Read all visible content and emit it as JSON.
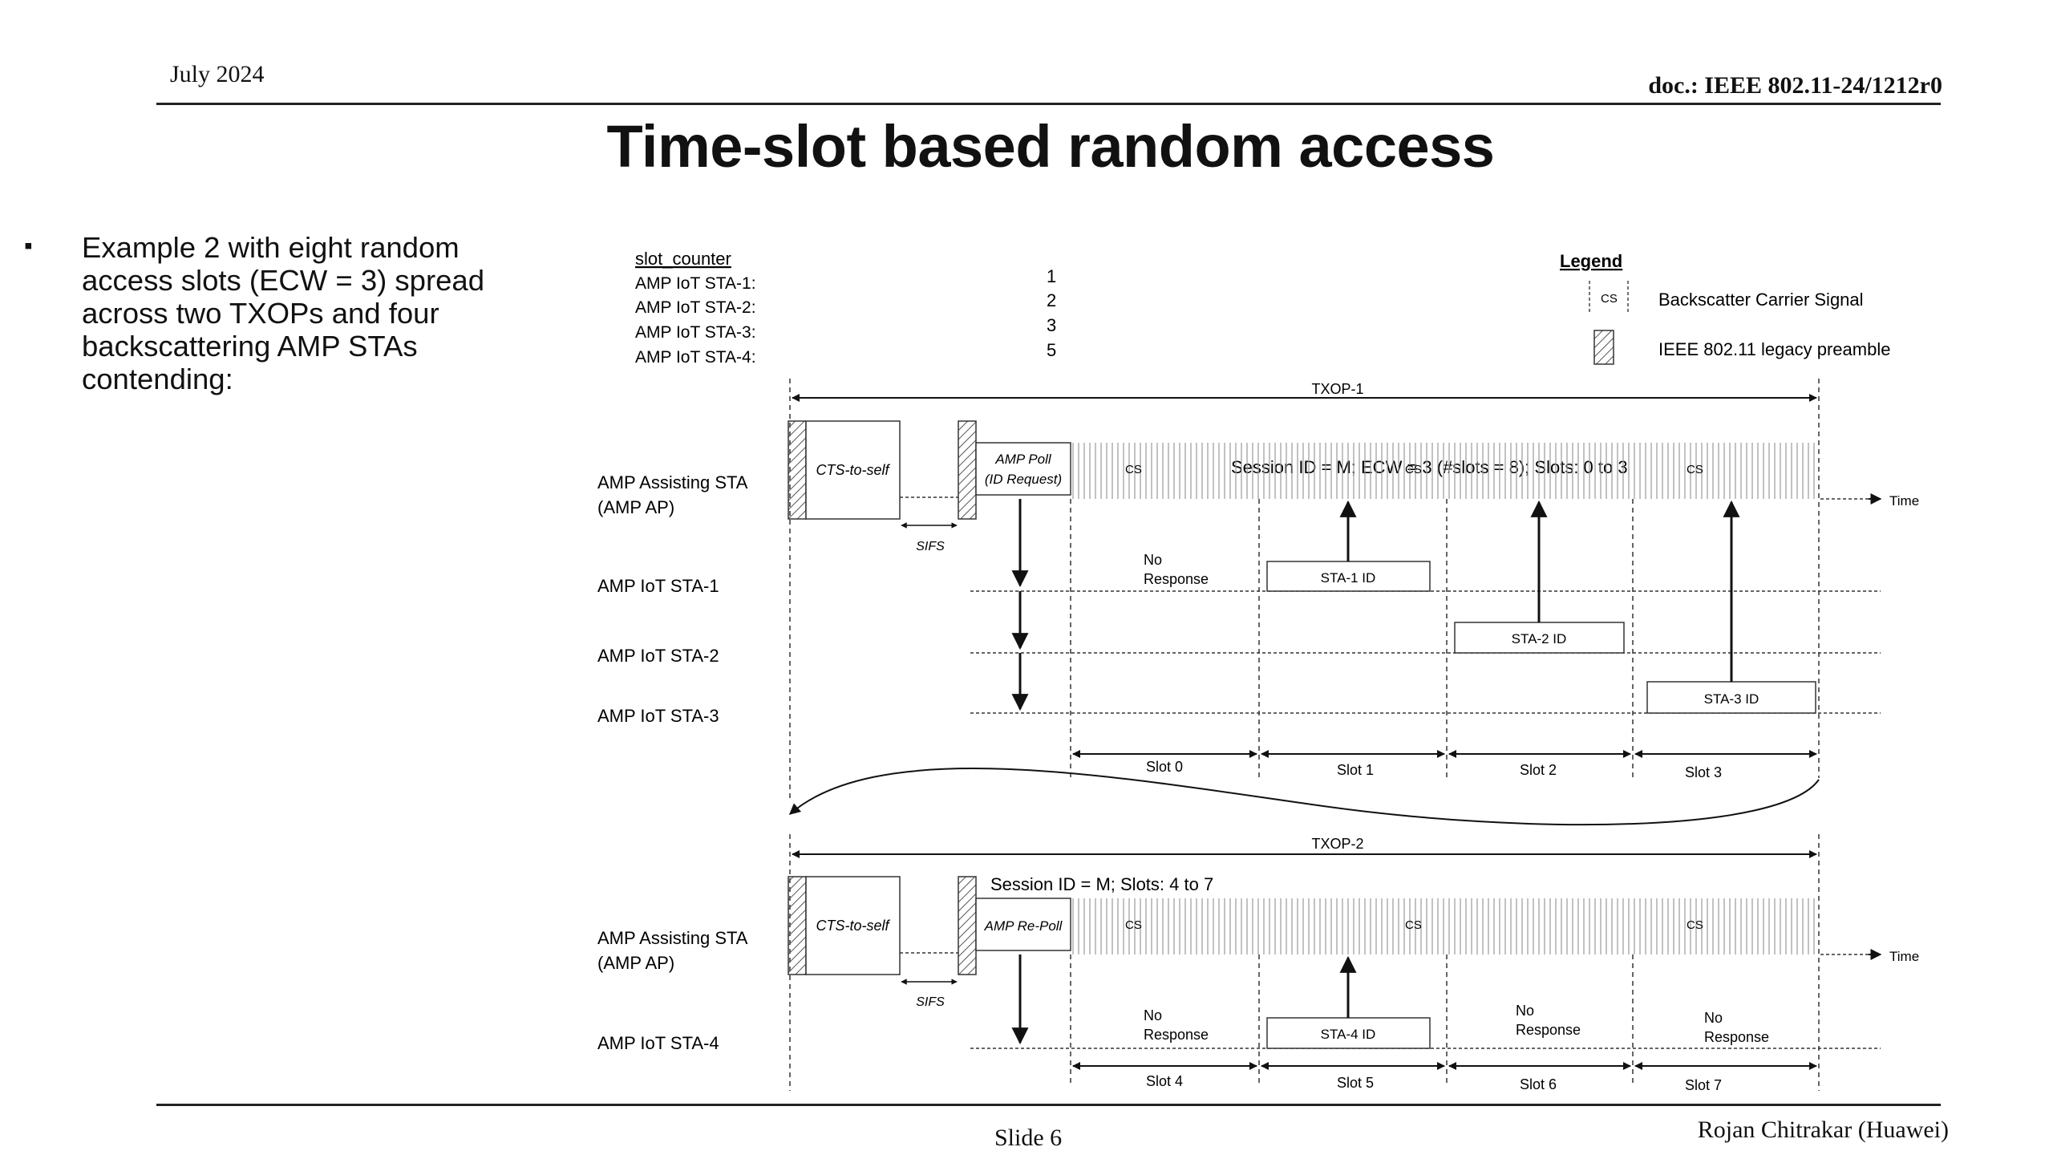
{
  "header": {
    "date": "July 2024",
    "doc_id": "doc.: IEEE 802.11-24/1212r0"
  },
  "title": "Time-slot based random access",
  "body": {
    "bullet": "▪",
    "text": "Example 2 with eight random access slots (ECW = 3) spread across two TXOPs and four backscattering AMP STAs contending:"
  },
  "diagram": {
    "slot_counter": {
      "heading": "slot_counter",
      "rows": [
        {
          "label": "AMP IoT STA-1:",
          "value": "1"
        },
        {
          "label": "AMP IoT STA-2:",
          "value": "2"
        },
        {
          "label": "AMP IoT STA-3:",
          "value": "3"
        },
        {
          "label": "AMP IoT STA-4:",
          "value": "5"
        }
      ]
    },
    "legend": {
      "title": "Legend",
      "cs_symbol": "CS",
      "cs_label": "Backscatter Carrier Signal",
      "preamble_label": "IEEE 802.11 legacy preamble"
    },
    "common": {
      "ap_line1": "AMP Assisting STA",
      "ap_line2": "(AMP AP)",
      "cts": "CTS-to-self",
      "sifs": "SIFS",
      "time": "Time",
      "cs": "CS",
      "no": "No",
      "response": "Response"
    },
    "txop1": {
      "label": "TXOP-1",
      "session": "Session ID = M; ECW = 3 (#slots = 8); Slots: 0 to 3",
      "poll_line1": "AMP Poll",
      "poll_line2": "(ID Request)",
      "sta_labels": [
        "AMP IoT STA-1",
        "AMP IoT STA-2",
        "AMP IoT STA-3"
      ],
      "responses": [
        "STA-1 ID",
        "STA-2 ID",
        "STA-3 ID"
      ],
      "slots": [
        "Slot 0",
        "Slot 1",
        "Slot 2",
        "Slot 3"
      ]
    },
    "txop2": {
      "label": "TXOP-2",
      "session": "Session ID = M; Slots: 4 to 7",
      "poll": "AMP Re-Poll",
      "sta_label": "AMP IoT STA-4",
      "response": "STA-4 ID",
      "slots": [
        "Slot 4",
        "Slot 5",
        "Slot 6",
        "Slot 7"
      ]
    }
  },
  "footer": {
    "slide": "Slide 6",
    "author": "Rojan Chitrakar (Huawei)"
  }
}
